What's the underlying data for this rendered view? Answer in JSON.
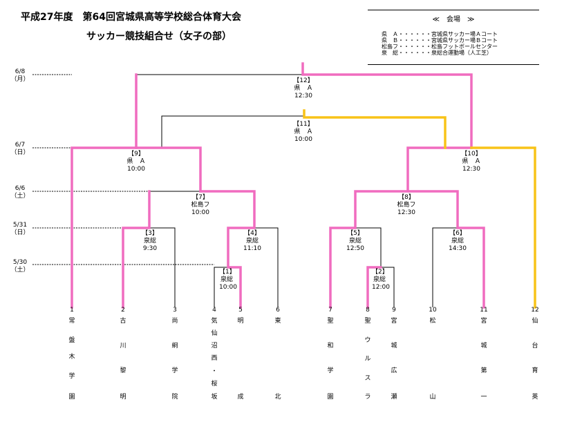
{
  "header": {
    "title_line1": "平成27年度　第64回宮城県高等学校総合体育大会",
    "title_line2": "サッカー競技組合せ（女子の部）"
  },
  "venues": {
    "heading": "≪　会場　≫",
    "rows": [
      "県　Ａ・・・・・・宮城県サッカー場Ａコート",
      "県　Ｂ・・・・・・宮城県サッカー場Ｂコート",
      "松島フ・・・・・・松島フットボールセンター",
      "泉　総・・・・・・泉総合運動場（人工芝）"
    ]
  },
  "dates": [
    {
      "line1": "6/8",
      "line2": "（月）"
    },
    {
      "line1": "6/7",
      "line2": "（日）"
    },
    {
      "line1": "6/6",
      "line2": "（土）"
    },
    {
      "line1": "5/31",
      "line2": "（日）"
    },
    {
      "line1": "5/30",
      "line2": "（土）"
    }
  ],
  "matches": [
    {
      "no": "【1】",
      "venue": "泉総",
      "time": "10:00"
    },
    {
      "no": "【2】",
      "venue": "泉総",
      "time": "12:00"
    },
    {
      "no": "【3】",
      "venue": "泉総",
      "time": "9:30"
    },
    {
      "no": "【4】",
      "venue": "泉総",
      "time": "11:10"
    },
    {
      "no": "【5】",
      "venue": "泉総",
      "time": "12:50"
    },
    {
      "no": "【6】",
      "venue": "泉総",
      "time": "14:30"
    },
    {
      "no": "【7】",
      "venue": "松島フ",
      "time": "10:00"
    },
    {
      "no": "【8】",
      "venue": "松島フ",
      "time": "12:30"
    },
    {
      "no": "【9】",
      "venue": "県　Ａ",
      "time": "10:00"
    },
    {
      "no": "【10】",
      "venue": "県　Ａ",
      "time": "12:30"
    },
    {
      "no": "【11】",
      "venue": "県　Ａ",
      "time": "10:00"
    },
    {
      "no": "【12】",
      "venue": "県　Ａ",
      "time": "12:30"
    }
  ],
  "teams": [
    {
      "seed": "1",
      "chars": [
        "常",
        "盤",
        "木",
        "学",
        "園"
      ]
    },
    {
      "seed": "2",
      "chars": [
        "古",
        "川",
        "黎",
        "明"
      ]
    },
    {
      "seed": "3",
      "chars": [
        "尚",
        "絅",
        "学",
        "院"
      ]
    },
    {
      "seed": "4",
      "chars": [
        "気",
        "仙",
        "沼",
        "西",
        "・",
        "桜",
        "坂"
      ]
    },
    {
      "seed": "5",
      "chars": [
        "明",
        "成"
      ]
    },
    {
      "seed": "6",
      "chars": [
        "東",
        "北"
      ]
    },
    {
      "seed": "7",
      "chars": [
        "聖",
        "和",
        "学",
        "園"
      ]
    },
    {
      "seed": "8",
      "chars": [
        "聖",
        "ウ",
        "ル",
        "ス",
        "ラ"
      ]
    },
    {
      "seed": "9",
      "chars": [
        "宮",
        "城",
        "広",
        "瀬"
      ]
    },
    {
      "seed": "10",
      "chars": [
        "松",
        "山"
      ]
    },
    {
      "seed": "11",
      "chars": [
        "宮",
        "城",
        "第",
        "一"
      ]
    },
    {
      "seed": "12",
      "chars": [
        "仙",
        "台",
        "育",
        "英"
      ]
    }
  ],
  "colors": {
    "winner_path": "#f06cbf",
    "final_path": "#f8c318",
    "line": "#000000"
  }
}
